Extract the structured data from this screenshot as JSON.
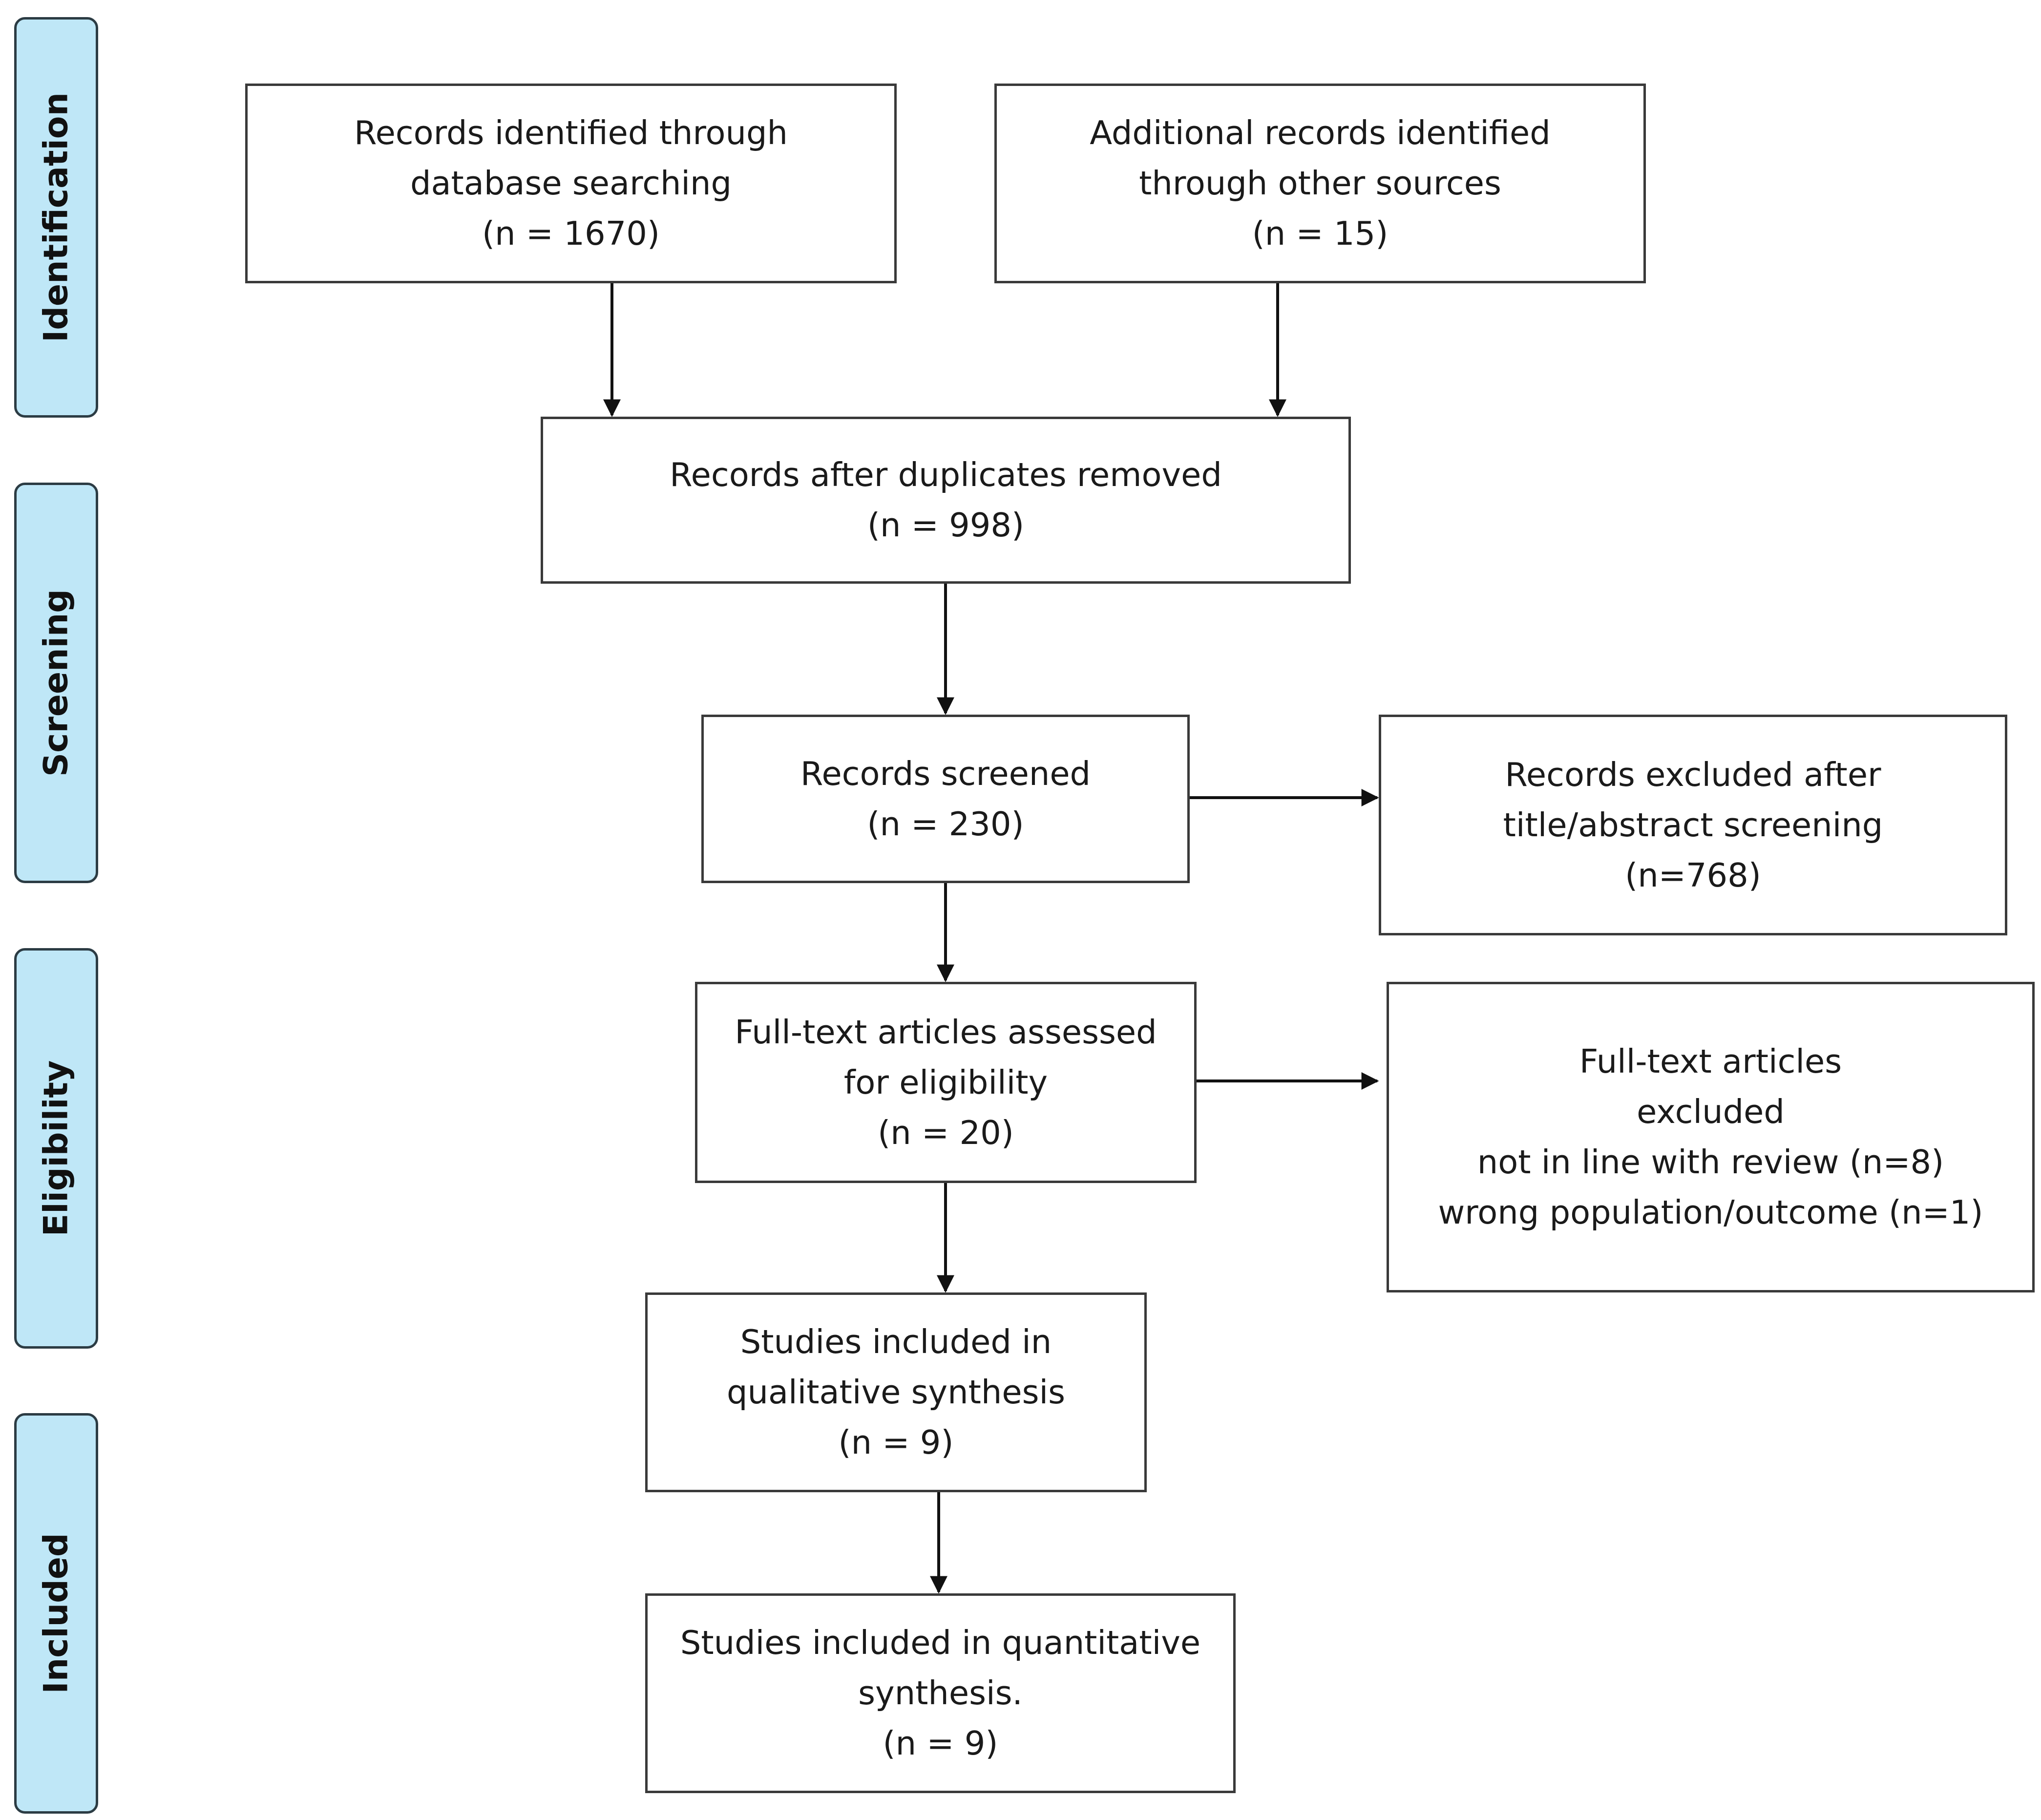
{
  "phases": {
    "identification": "Identification",
    "screening": "Screening",
    "eligibility": "Eligibility",
    "included": "Included"
  },
  "boxes": {
    "database": {
      "lines": [
        "Records identified through",
        "database searching",
        "(n = 1670)"
      ]
    },
    "other_sources": {
      "lines": [
        "Additional records identified",
        "through other sources",
        "(n = 15)"
      ]
    },
    "duplicates_removed": {
      "lines": [
        "Records after duplicates removed",
        "(n = 998)"
      ]
    },
    "screened": {
      "lines": [
        "Records screened",
        "(n = 230)"
      ]
    },
    "excluded_screening": {
      "lines": [
        "Records excluded after",
        "title/abstract screening",
        "(n=768)"
      ]
    },
    "fulltext_assessed": {
      "lines": [
        "Full-text articles assessed",
        "for eligibility",
        "(n = 20)"
      ]
    },
    "fulltext_excluded": {
      "lines": [
        "Full-text articles",
        "excluded",
        "not in line with review (n=8)",
        "wrong population/outcome (n=1)"
      ]
    },
    "qualitative": {
      "lines": [
        "Studies included in",
        "qualitative synthesis",
        "(n = 9)"
      ]
    },
    "quantitative": {
      "lines": [
        "Studies included in quantitative",
        "synthesis.",
        "(n = 9)"
      ]
    }
  },
  "colors": {
    "phase_fill": "#bfe7f7",
    "border": "#3a3a3a",
    "arrow": "#111111"
  }
}
